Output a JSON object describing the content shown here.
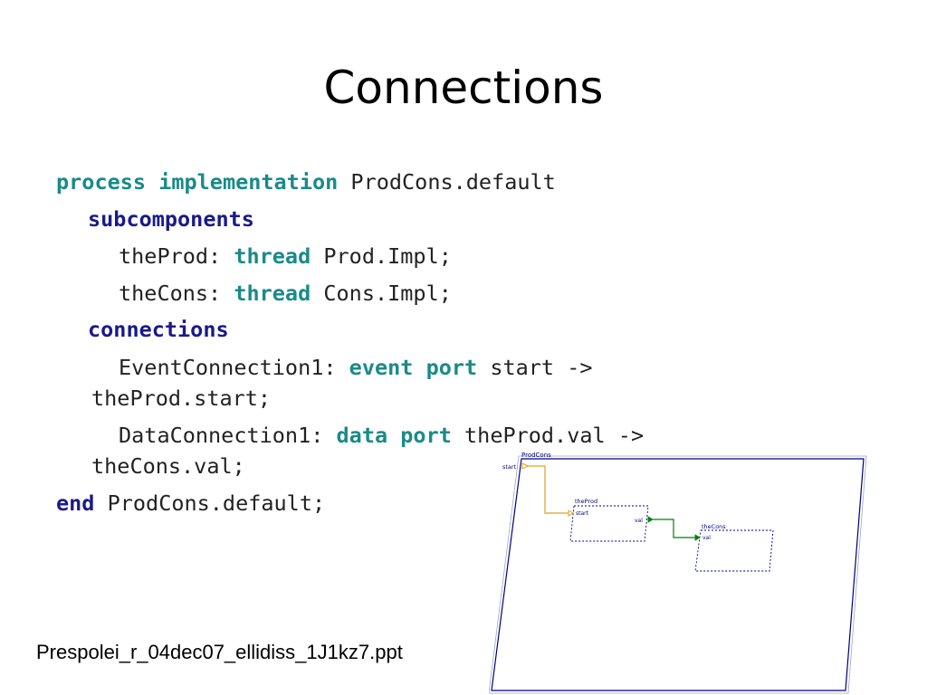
{
  "slide": {
    "title": "Connections",
    "footer": "Prespolei_r_04dec07_ellidiss_1J1kz7.ppt"
  },
  "code": {
    "line1": {
      "kw1": "process",
      "kw2": "implementation",
      "rest": " ProdCons.default"
    },
    "line2": {
      "kw": "subcomponents"
    },
    "line3": {
      "pre": "theProd: ",
      "kw": "thread",
      "rest": " Prod.Impl;"
    },
    "line4": {
      "pre": "theCons: ",
      "kw": "thread",
      "rest": " Cons.Impl;"
    },
    "line5": {
      "kw": "connections"
    },
    "line6": {
      "pre": "EventConnection1: ",
      "kw1": "event",
      "kw2": "port",
      "rest": " start ->"
    },
    "line7": {
      "text": "theProd.start;"
    },
    "line8": {
      "pre": "DataConnection1: ",
      "kw1": "data",
      "kw2": "port",
      "rest": " theProd.val ->"
    },
    "line9": {
      "text": "theCons.val;"
    },
    "line10": {
      "kw": "end",
      "rest": " ProdCons.default;"
    }
  },
  "diagram": {
    "outer_label": "ProdCons",
    "start_port": "start",
    "prod_label": "theProd",
    "prod_start": "start",
    "prod_val": "val",
    "cons_label": "theCons",
    "cons_val": "val",
    "colors": {
      "frame": "#000080",
      "event_connection": "#e0a020",
      "data_connection": "#008000"
    }
  }
}
